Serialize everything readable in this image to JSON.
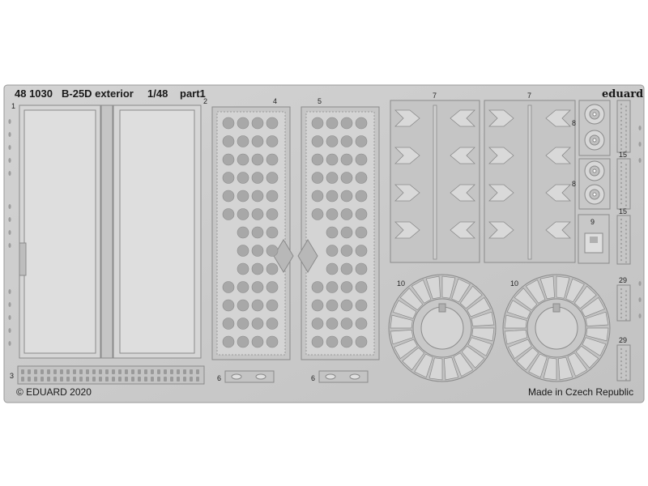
{
  "sheet": {
    "product_code": "48 1030",
    "product_name": "B-25D exterior",
    "scale": "1/48",
    "part": "part1",
    "brand": "eduard",
    "copyright": "© EDUARD 2020",
    "origin": "Made in Czech Republic"
  },
  "part_numbers": [
    "1",
    "2",
    "3",
    "4",
    "5",
    "6",
    "6",
    "7",
    "7",
    "8",
    "8",
    "9",
    "10",
    "10",
    "15",
    "15",
    "29",
    "29"
  ],
  "colors": {
    "background": "#ffffff",
    "fret_metal": "#c9c9c9",
    "part_metal": "#bdbdbd",
    "part_light": "#dcdcdc",
    "outline": "#8a8a8a",
    "text": "#1a1a1a"
  }
}
